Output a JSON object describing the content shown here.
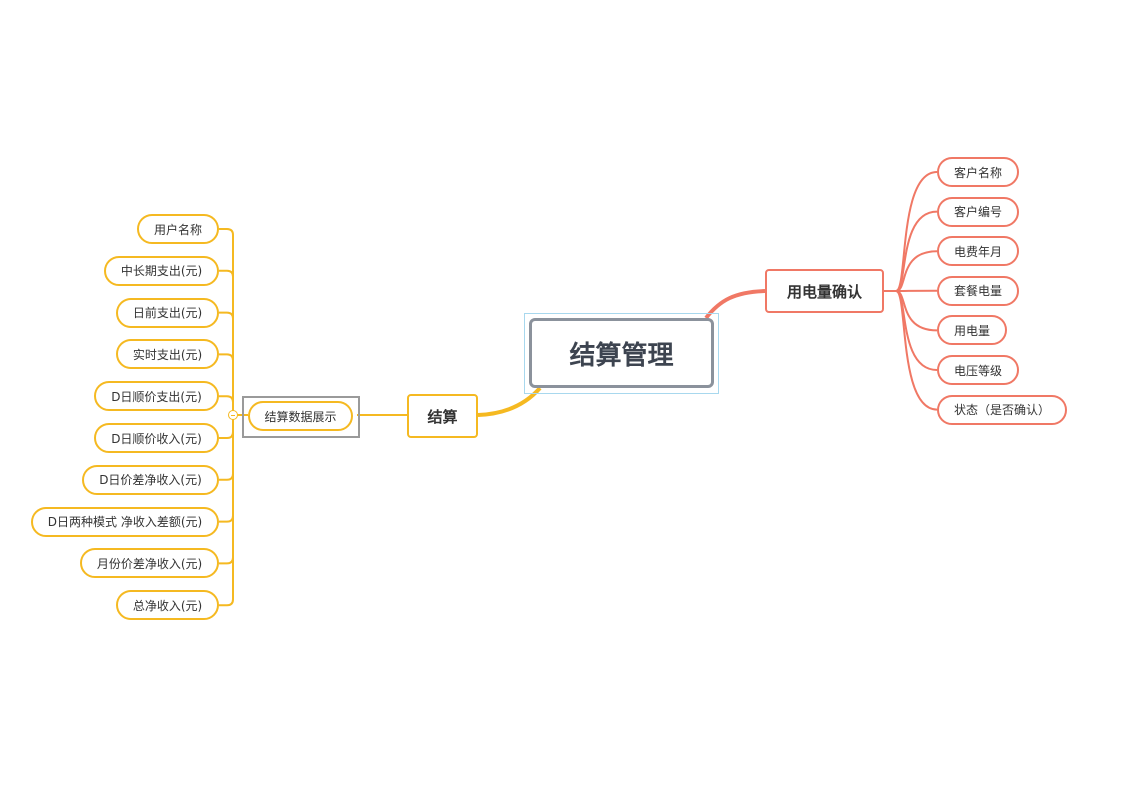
{
  "root": {
    "label": "结算管理"
  },
  "right_branch": {
    "label": "用电量确认",
    "color": "#f07865",
    "children": [
      "客户名称",
      "客户编号",
      "电费年月",
      "套餐电量",
      "用电量",
      "电压等级",
      "状态（是否确认）"
    ]
  },
  "left_branch": {
    "label": "结算",
    "color": "#f5b921",
    "sub": {
      "label": "结算数据展示",
      "children": [
        "用户名称",
        "中长期支出(元)",
        "日前支出(元)",
        "实时支出(元)",
        "D日顺价支出(元)",
        "D日顺价收入(元)",
        "D日价差净收入(元)",
        "D日两种模式 净收入差额(元)",
        "月份价差净收入(元)",
        "总净收入(元)"
      ]
    }
  }
}
